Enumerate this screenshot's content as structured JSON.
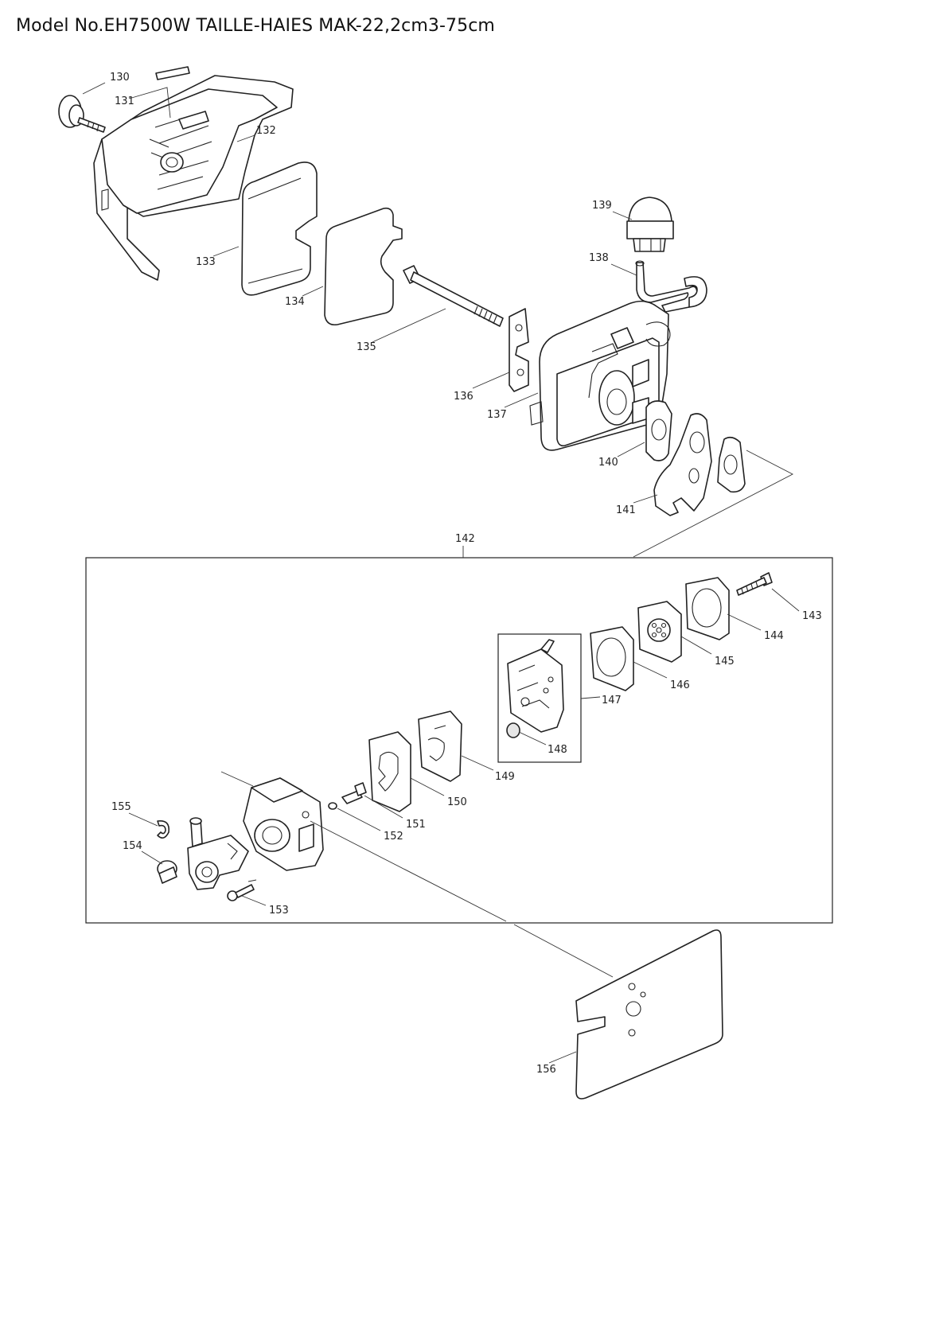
{
  "title": "Model No.EH7500W TAILLE-HAIES MAK-22,2cm3-75cm",
  "callouts": {
    "p130": "130",
    "p131": "131",
    "p132": "132",
    "p133": "133",
    "p134": "134",
    "p135": "135",
    "p136": "136",
    "p137": "137",
    "p138": "138",
    "p139": "139",
    "p140": "140",
    "p141": "141",
    "p142": "142",
    "p143": "143",
    "p144": "144",
    "p145": "145",
    "p146": "146",
    "p147": "147",
    "p148": "148",
    "p149": "149",
    "p150": "150",
    "p151": "151",
    "p152": "152",
    "p153": "153",
    "p154": "154",
    "p155": "155",
    "p156": "156"
  }
}
